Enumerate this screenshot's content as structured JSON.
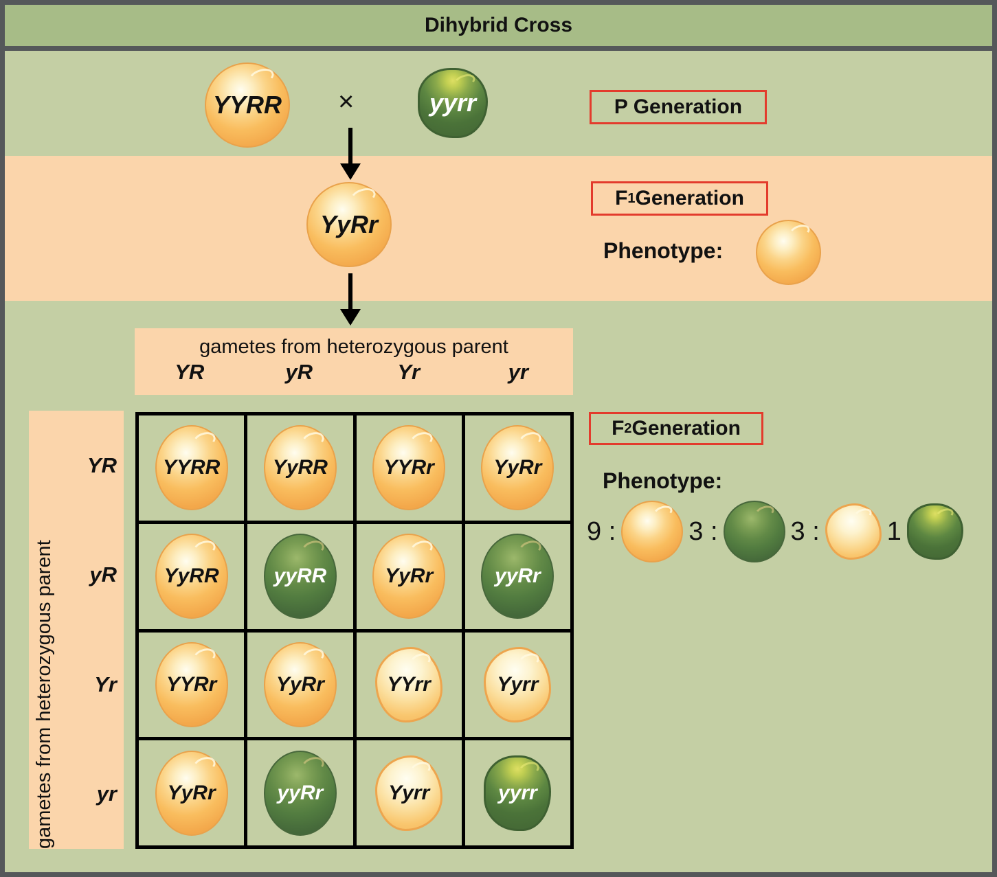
{
  "title": "Dihybrid Cross",
  "colors": {
    "outer_border": "#55585a",
    "title_bar_green": "#a7bc87",
    "body_sage": "#c4cfa4",
    "band_peach": "#fbd5ab",
    "label_box_red": "#e33b2c",
    "pea_yellow": "#f9bd5e",
    "pea_green": "#527c40"
  },
  "p_generation": {
    "label": "P Generation",
    "cross_symbol": "×",
    "parent1": {
      "genotype": "YYRR",
      "phenotype": "yellow-round"
    },
    "parent2": {
      "genotype": "yyrr",
      "phenotype": "green-wrinkled"
    }
  },
  "f1_generation": {
    "label_pre": "F",
    "label_sub": "1",
    "label_post": " Generation",
    "genotype": "YyRr",
    "phenotype_label": "Phenotype:",
    "phenotype": "yellow-round"
  },
  "punnett": {
    "top_caption": "gametes from heterozygous parent",
    "side_caption": "gametes from heterozygous parent",
    "col_gametes": [
      "YR",
      "yR",
      "Yr",
      "yr"
    ],
    "row_gametes": [
      "YR",
      "yR",
      "Yr",
      "yr"
    ],
    "cells": [
      [
        {
          "genotype": "YYRR",
          "phenotype": "yellow-round"
        },
        {
          "genotype": "YyRR",
          "phenotype": "yellow-round"
        },
        {
          "genotype": "YYRr",
          "phenotype": "yellow-round"
        },
        {
          "genotype": "YyRr",
          "phenotype": "yellow-round"
        }
      ],
      [
        {
          "genotype": "YyRR",
          "phenotype": "yellow-round"
        },
        {
          "genotype": "yyRR",
          "phenotype": "green-round"
        },
        {
          "genotype": "YyRr",
          "phenotype": "yellow-round"
        },
        {
          "genotype": "yyRr",
          "phenotype": "green-round"
        }
      ],
      [
        {
          "genotype": "YYRr",
          "phenotype": "yellow-round"
        },
        {
          "genotype": "YyRr",
          "phenotype": "yellow-round"
        },
        {
          "genotype": "YYrr",
          "phenotype": "yellow-wrinkled"
        },
        {
          "genotype": "Yyrr",
          "phenotype": "yellow-wrinkled"
        }
      ],
      [
        {
          "genotype": "YyRr",
          "phenotype": "yellow-round"
        },
        {
          "genotype": "yyRr",
          "phenotype": "green-round"
        },
        {
          "genotype": "Yyrr",
          "phenotype": "yellow-wrinkled"
        },
        {
          "genotype": "yyrr",
          "phenotype": "green-wrinkled"
        }
      ]
    ]
  },
  "f2_generation": {
    "label_pre": "F",
    "label_sub": "2",
    "label_post": " Generation",
    "phenotype_label": "Phenotype:",
    "ratio": [
      {
        "text": "9 :",
        "phenotype": "yellow-round"
      },
      {
        "text": "3 :",
        "phenotype": "green-round"
      },
      {
        "text": "3 :",
        "phenotype": "yellow-wrinkled"
      },
      {
        "text": "1",
        "phenotype": "green-wrinkled"
      }
    ]
  }
}
